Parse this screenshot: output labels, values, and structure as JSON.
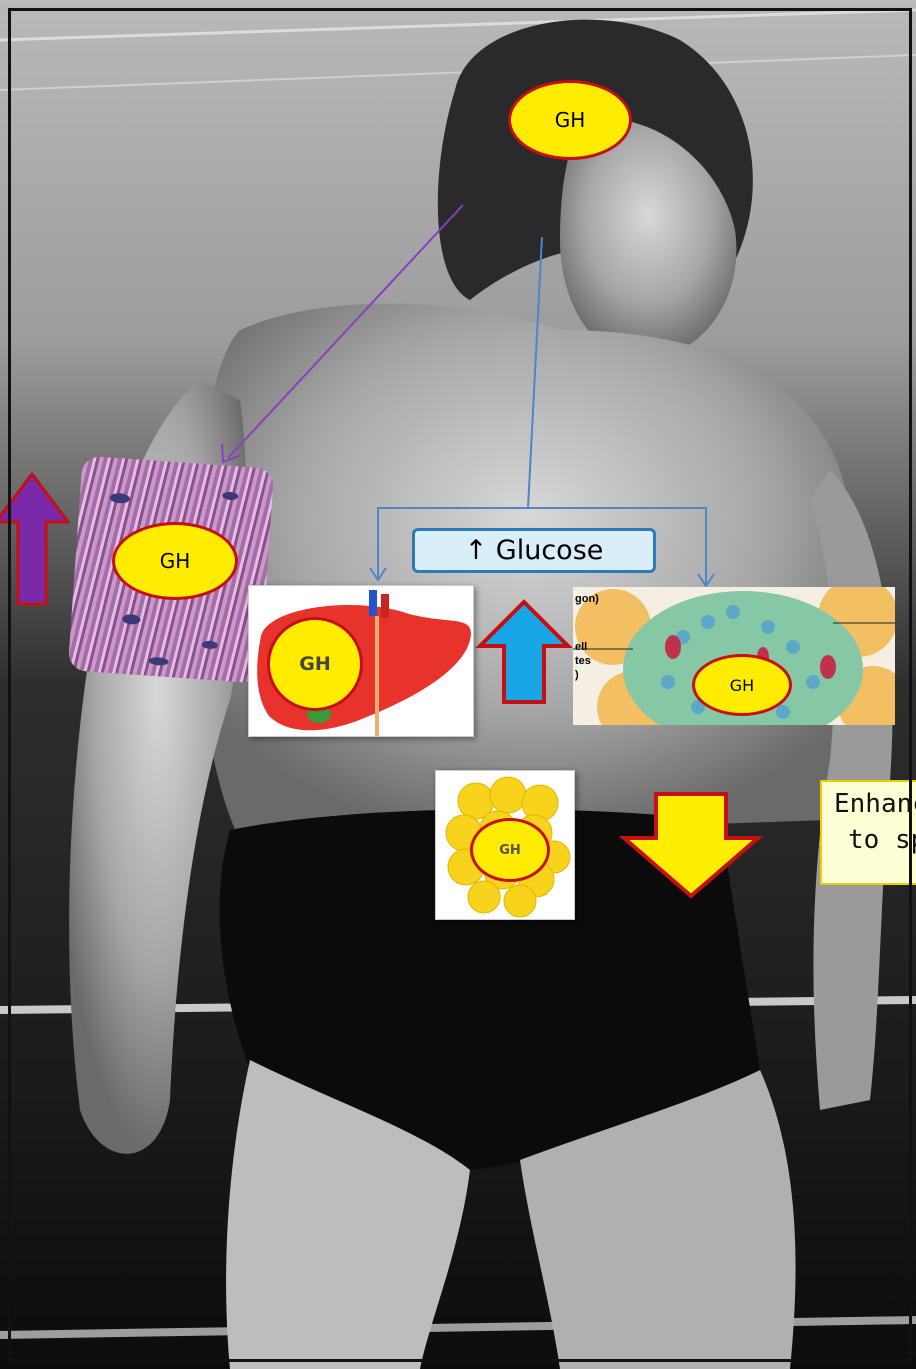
{
  "labels": {
    "gh_head": "GH",
    "gh_muscle": "GH",
    "gh_liver": "GH",
    "gh_pancreas": "GH",
    "gh_fat": "GH",
    "glucose": "↑ Glucose",
    "pancreas_label_1": "gon)",
    "pancreas_label_2": "ell",
    "pancreas_label_3": "tes",
    "pancreas_label_4": ")",
    "callout_line1": "Enhanc",
    "callout_line2": "to spo"
  },
  "colors": {
    "oval_fill": "#ffec00",
    "oval_border": "#c41010",
    "purple_arrow": "#7a2aa8",
    "blue_arrow": "#19a6e6",
    "yellow_arrow": "#ffee00",
    "arrow_outline": "#c41010",
    "connector_blue": "#4f86c6",
    "connector_purple": "#8a3ec2"
  },
  "icons": [
    "muscle-fiber-image",
    "liver-image",
    "pancreas-islet-image",
    "fat-cell-image",
    "up-arrow-purple",
    "up-arrow-blue",
    "down-arrow-yellow"
  ]
}
